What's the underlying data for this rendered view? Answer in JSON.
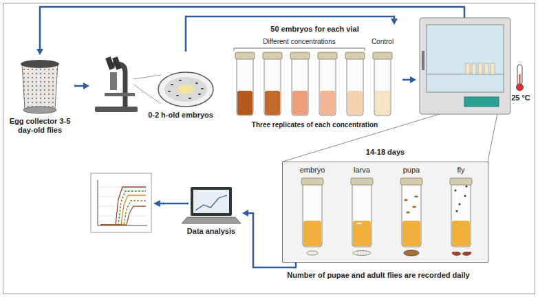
{
  "diagram": {
    "nodes": [
      {
        "text": [
          "Egg collector 3-5 day-old flies"
        ]
      },
      {
        "text": [
          "0-2 h-old embryos"
        ]
      },
      {
        "text": [
          "50 embryos for each vial",
          "Different concentrations",
          "Control",
          "Three replicates of each concentration"
        ]
      },
      {
        "text": [
          "25 °C"
        ]
      },
      {
        "text": [
          "14-18 days"
        ]
      },
      {
        "text": [
          "embryo"
        ],
        "in": 4
      },
      {
        "text": [
          "larva"
        ],
        "in": 4
      },
      {
        "text": [
          "pupa"
        ],
        "in": 4
      },
      {
        "text": [
          "fly"
        ],
        "in": 4
      },
      {
        "text": [
          "Data analysis"
        ]
      }
    ],
    "edges": [
      {
        "from": 0,
        "to": 1,
        "arrow": "to"
      },
      {
        "from": 1,
        "to": 2,
        "arrow": "to"
      },
      {
        "from": 2,
        "to": 3,
        "arrow": "to"
      },
      {
        "from": 3,
        "to": 0,
        "arrow": "to"
      },
      {
        "from": 4,
        "to": 9,
        "label": "Number of pupae and adult flies are recorded daily",
        "arrow": "to"
      }
    ]
  }
}
